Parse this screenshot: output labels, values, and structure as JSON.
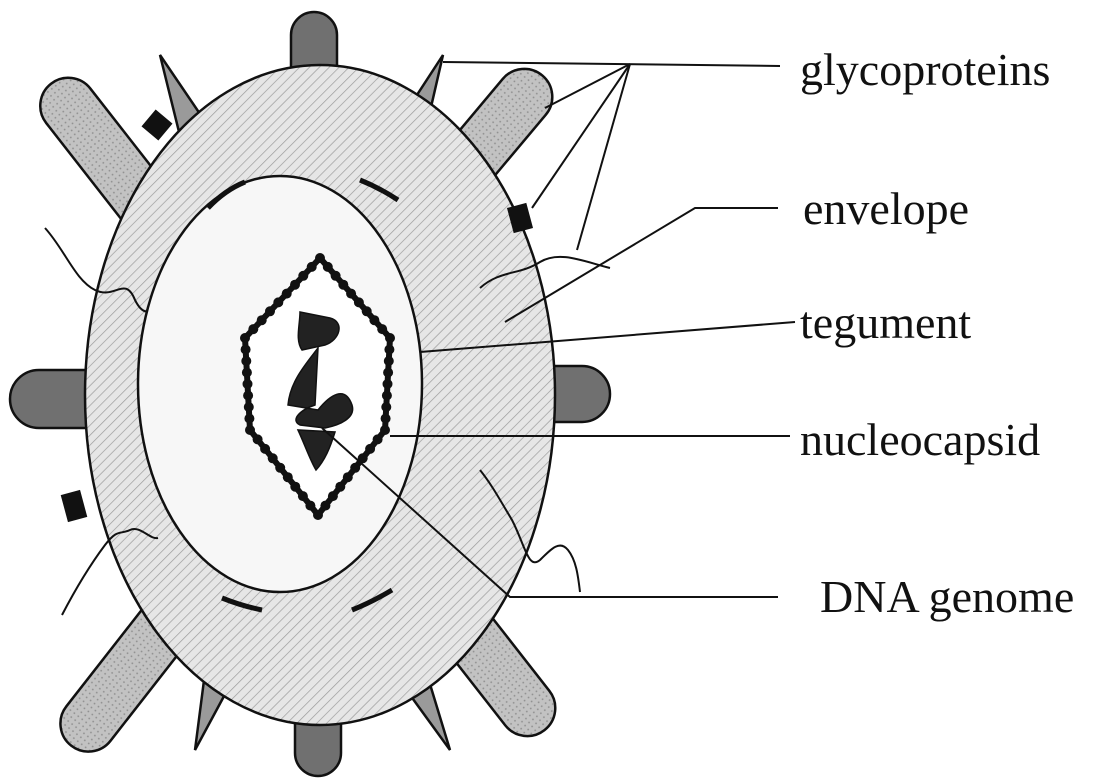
{
  "labels": {
    "glycoproteins": "glycoproteins",
    "envelope": "envelope",
    "tegument": "tegument",
    "nucleocapsid": "nucleocapsid",
    "dna_genome": "DNA genome"
  },
  "colors": {
    "ink": "#111111",
    "envelope_fill": "#dcdcdc",
    "light_glycoprotein": "#bdbdbd",
    "dark_glycoprotein": "#707070",
    "spike_glycoprotein": "#9a9a9a",
    "tegument_fill": "#f7f7f7"
  }
}
